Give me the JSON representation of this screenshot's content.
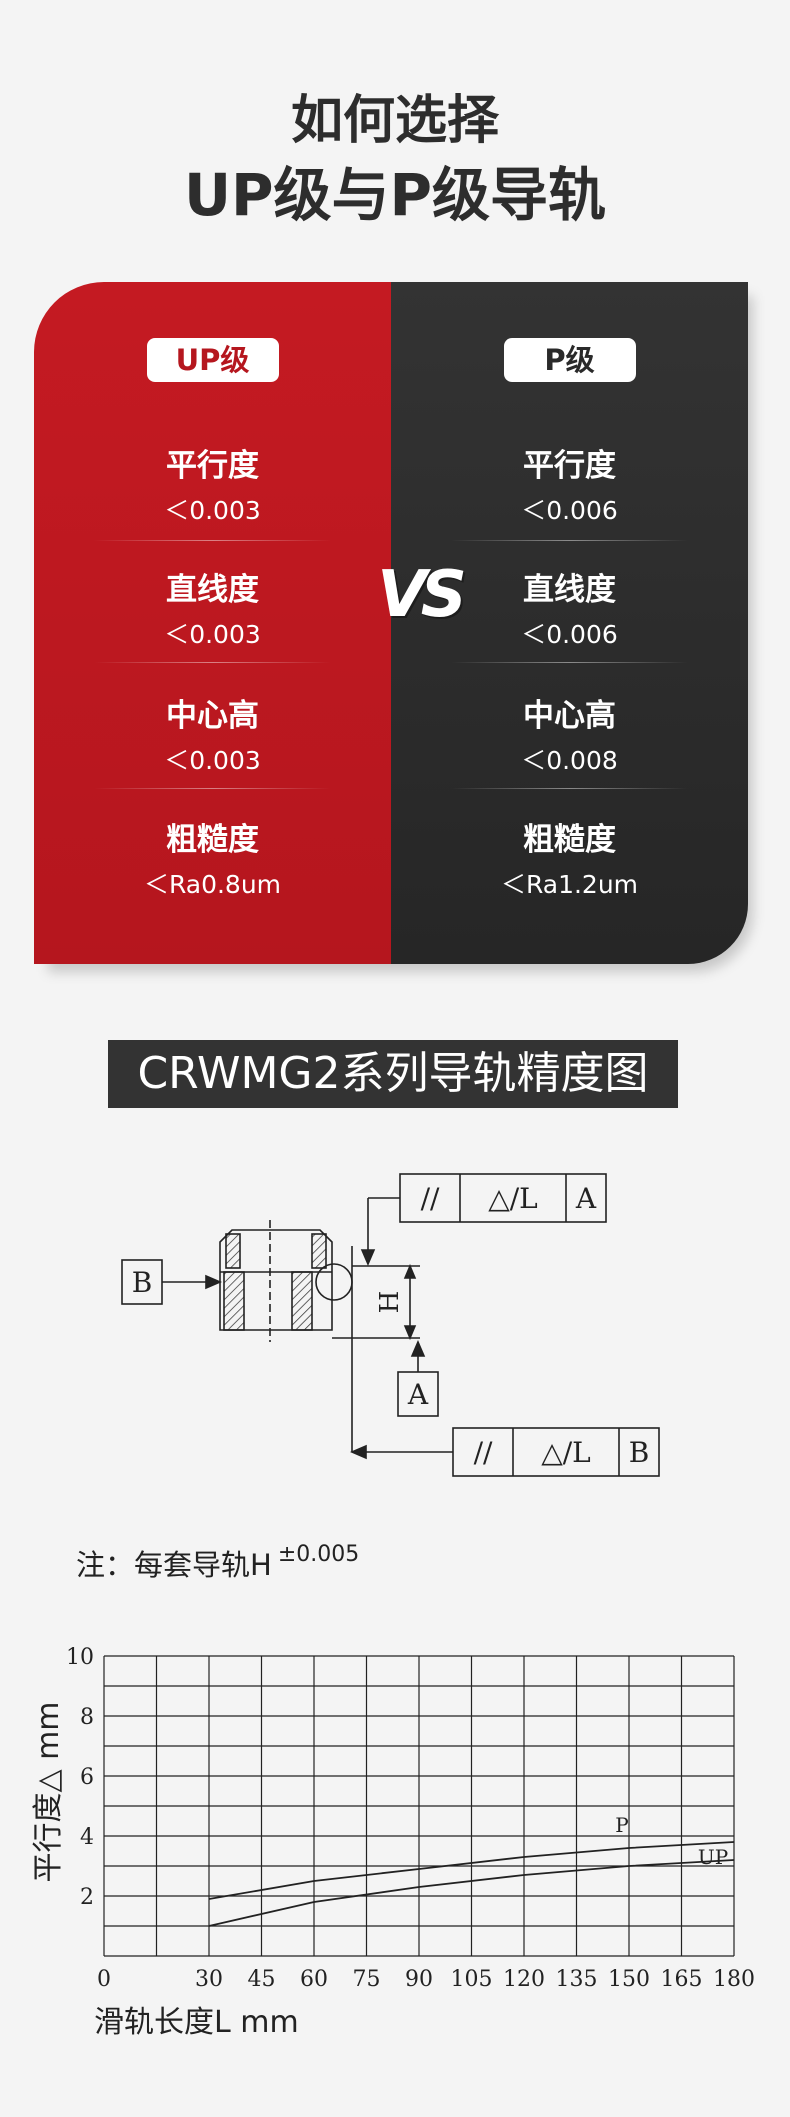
{
  "header": {
    "line1": "如何选择",
    "line2": "UP级与P级导轨"
  },
  "comparison": {
    "vs": "VS",
    "up": {
      "badge": "UP级",
      "specs": [
        {
          "name": "平行度",
          "value": "＜0.003"
        },
        {
          "name": "直线度",
          "value": "＜0.003"
        },
        {
          "name": "中心高",
          "value": "＜0.003"
        },
        {
          "name": "粗糙度",
          "value": "＜Ra0.8um"
        }
      ]
    },
    "p": {
      "badge": "P级",
      "specs": [
        {
          "name": "平行度",
          "value": "＜0.006"
        },
        {
          "name": "直线度",
          "value": "＜0.006"
        },
        {
          "name": "中心高",
          "value": "＜0.008"
        },
        {
          "name": "粗糙度",
          "value": "＜Ra1.2um"
        }
      ]
    }
  },
  "section": {
    "title": "CRWMG2系列导轨精度图"
  },
  "diagram": {
    "datum_a": "A",
    "datum_b": "B",
    "height_label": "H",
    "fcf_top": [
      "//",
      "△/L",
      "A"
    ],
    "fcf_bottom": [
      "//",
      "△/L",
      "B"
    ]
  },
  "note": {
    "text": "注：每套导轨H",
    "tolerance": "±0.005"
  },
  "chart_data": {
    "type": "line",
    "xlabel": "滑轨长度L mm",
    "ylabel": "平行度△ mm",
    "xlim": [
      0,
      180
    ],
    "ylim": [
      0,
      10
    ],
    "x_ticks": [
      0,
      30,
      45,
      60,
      75,
      90,
      105,
      120,
      135,
      150,
      165,
      180
    ],
    "y_ticks": [
      2,
      4,
      6,
      8,
      10
    ],
    "grid": true,
    "series": [
      {
        "name": "P",
        "x": [
          30,
          60,
          90,
          120,
          150,
          180
        ],
        "y": [
          1.9,
          2.5,
          2.9,
          3.3,
          3.6,
          3.8
        ]
      },
      {
        "name": "UP",
        "x": [
          30,
          60,
          90,
          120,
          150,
          180
        ],
        "y": [
          1.0,
          1.8,
          2.3,
          2.7,
          3.0,
          3.2
        ]
      }
    ]
  }
}
